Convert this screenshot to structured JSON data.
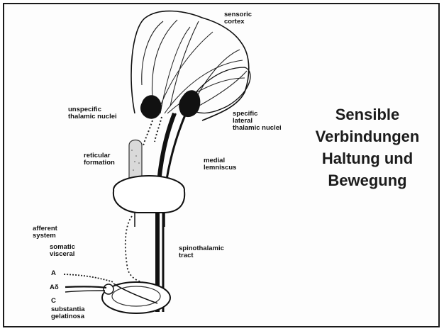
{
  "title": {
    "line1": "Sensible",
    "line2": "Verbindungen",
    "line3": "Haltung und",
    "line4": "Bewegung"
  },
  "labels": {
    "sensoric_cortex_1": "sensoric",
    "sensoric_cortex_2": "cortex",
    "unspecific_1": "unspecific",
    "unspecific_2": "thalamic nuclei",
    "specific_1": "specific",
    "specific_2": "lateral",
    "specific_3": "thalamic nuclei",
    "reticular_1": "reticular",
    "reticular_2": "formation",
    "medial_1": "medial",
    "medial_2": "lemniscus",
    "afferent_1": "afferent",
    "afferent_2": "system",
    "somatic": "somatic",
    "visceral": "visceral",
    "spinothalamic_1": "spinothalamic",
    "spinothalamic_2": "tract",
    "fiber_a": "A",
    "fiber_ad": "Aδ",
    "fiber_c": "C",
    "substantia_1": "substantia",
    "substantia_2": "gelatinosa"
  }
}
